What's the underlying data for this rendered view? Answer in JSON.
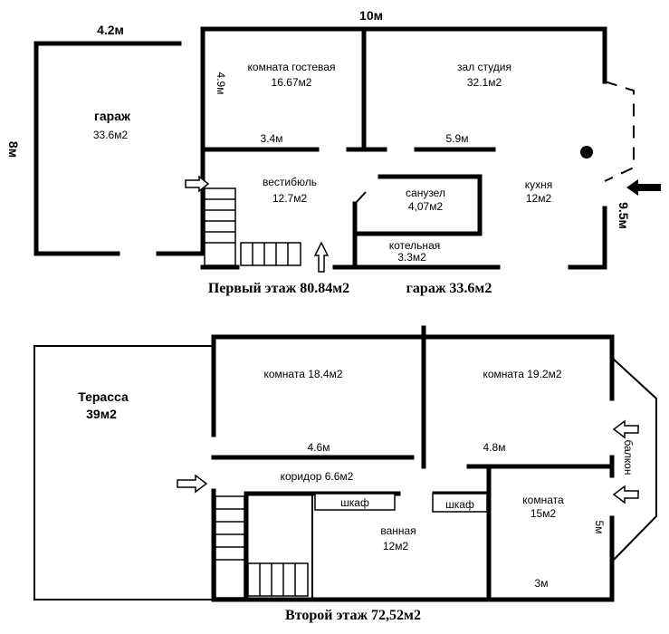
{
  "first_floor": {
    "dims": {
      "top": "10м",
      "garage_width": "4.2м",
      "garage_height": "8м",
      "guest_height": "4.9м",
      "guest_width": "3.4м",
      "studio_width": "5.9м",
      "right_height": "9.5м"
    },
    "garage": {
      "name": "гараж",
      "area": "33.6м2"
    },
    "guest_room": {
      "name": "комната гостевая",
      "area": "16.67м2"
    },
    "studio_hall": {
      "name": "зал студия",
      "area": "32.1м2"
    },
    "vestibule": {
      "name": "вестибюль",
      "area": "12.7м2"
    },
    "bathroom": {
      "name": "санузел",
      "area": "4,07м2"
    },
    "kitchen": {
      "name": "кухня",
      "area": "12м2"
    },
    "boiler_room": {
      "name": "котельная",
      "area": "3.3м2"
    },
    "title": "Первый этаж 80.84м2",
    "garage_caption": "гараж 33.6м2"
  },
  "second_floor": {
    "terrace": {
      "name": "Терасса",
      "area": "39м2"
    },
    "room_1": {
      "name": "комната 18.4м2"
    },
    "room_2": {
      "name": "комната 19.2м2"
    },
    "room_3": {
      "name": "комната",
      "area": "15м2"
    },
    "corridor": {
      "name": "коридор 6.6м2"
    },
    "bath": {
      "name": "ванная",
      "area": "12м2"
    },
    "wardrobe_1": "шкаф",
    "wardrobe_2": "шкаф",
    "balcony": "балкон",
    "dims": {
      "room1_width": "4.6м",
      "room2_width": "4.8м",
      "room3_height": "5м",
      "room3_width": "3м"
    },
    "title": "Второй этаж 72,52м2"
  }
}
